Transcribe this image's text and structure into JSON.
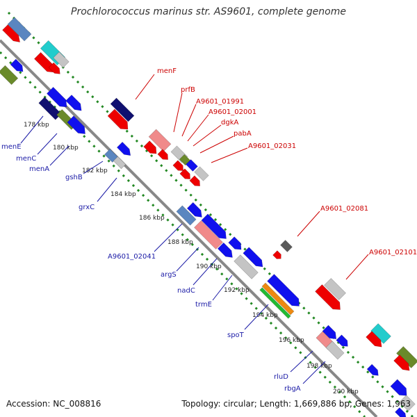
{
  "title": "Prochlorococcus marinus str. AS9601, complete genome",
  "accession": "Accession: NC_008816",
  "topology": "Topology: circular; Length: 1,669,886 bp; Genes: 1,963",
  "colors": {
    "backbone": "#888888",
    "dotted_track": "#228822",
    "forward_label": "#cc0000",
    "reverse_label": "#1a1aa6",
    "red": "#ee0000",
    "blue": "#1010ee",
    "navy": "#101070",
    "steelblue": "#5a86c0",
    "cyan": "#22cccc",
    "olive": "#6a8a2a",
    "pink": "#f08a8a",
    "grey": "#c4c4c4",
    "darkgrey": "#5a5a5a",
    "orange": "#ee8a11",
    "green": "#22bb33"
  },
  "kbp_marks": [
    "178 kbp",
    "180 kbp",
    "182 kbp",
    "184 kbp",
    "186 kbp",
    "188 kbp",
    "190 kbp",
    "192 kbp",
    "194 kbp",
    "196 kbp",
    "198 kbp",
    "200 kbp"
  ],
  "forward_genes": [
    "menF",
    "prfB",
    "A9601_01991",
    "A9601_02001",
    "dgkA",
    "pabA",
    "A9601_02031",
    "A9601_02081",
    "A9601_02101"
  ],
  "reverse_genes": [
    "menE",
    "menC",
    "menA",
    "gshB",
    "grxC",
    "A9601_02041",
    "argS",
    "nadC",
    "trmE",
    "spoT",
    "rluD",
    "rbgA"
  ]
}
